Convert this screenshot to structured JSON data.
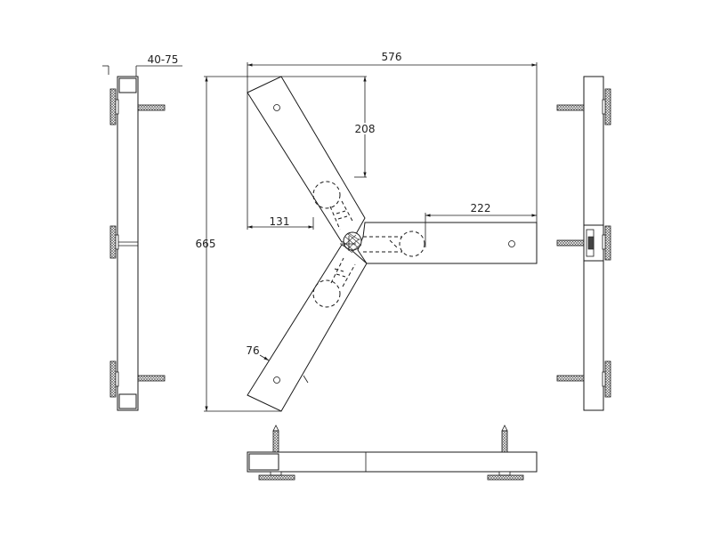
{
  "dimensions": {
    "d576": "576",
    "d665": "665",
    "d208": "208",
    "d131": "131",
    "d222": "222",
    "d76": "76",
    "d40_75": "40-75"
  }
}
